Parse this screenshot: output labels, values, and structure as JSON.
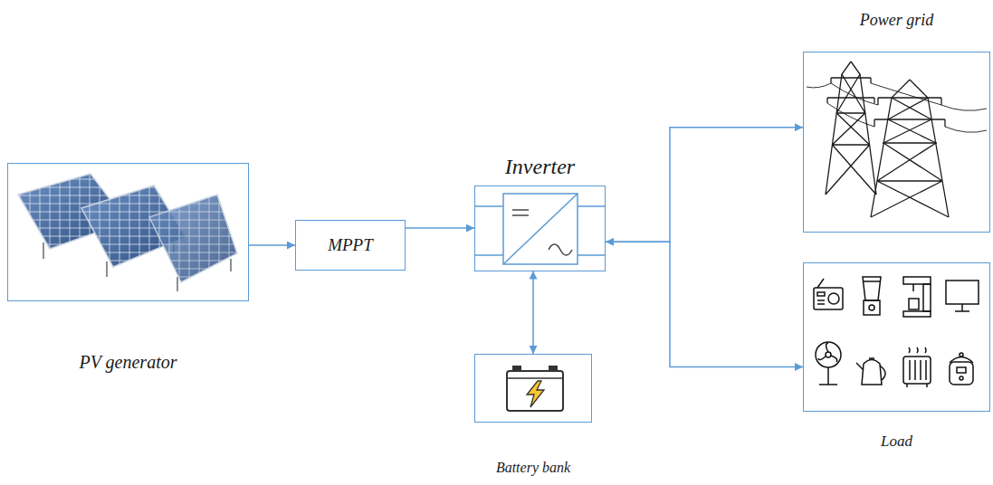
{
  "diagram": {
    "nodes": [
      {
        "text": [
          "PV generator"
        ]
      },
      {
        "text": [
          "MPPT"
        ]
      },
      {
        "text": [
          "Inverter"
        ]
      },
      {
        "text": [
          "Battery bank"
        ]
      },
      {
        "text": [
          "Power grid"
        ]
      },
      {
        "text": [
          "Load"
        ]
      }
    ],
    "edges": [
      {
        "from": 0,
        "to": 1,
        "arrow": "to"
      },
      {
        "from": 1,
        "to": 2,
        "arrow": "to"
      },
      {
        "from": 2,
        "to": 3,
        "arrow": "both"
      },
      {
        "from": 2,
        "to": 4,
        "arrow": "both"
      },
      {
        "from": 2,
        "to": 5,
        "arrow": "to"
      }
    ]
  }
}
